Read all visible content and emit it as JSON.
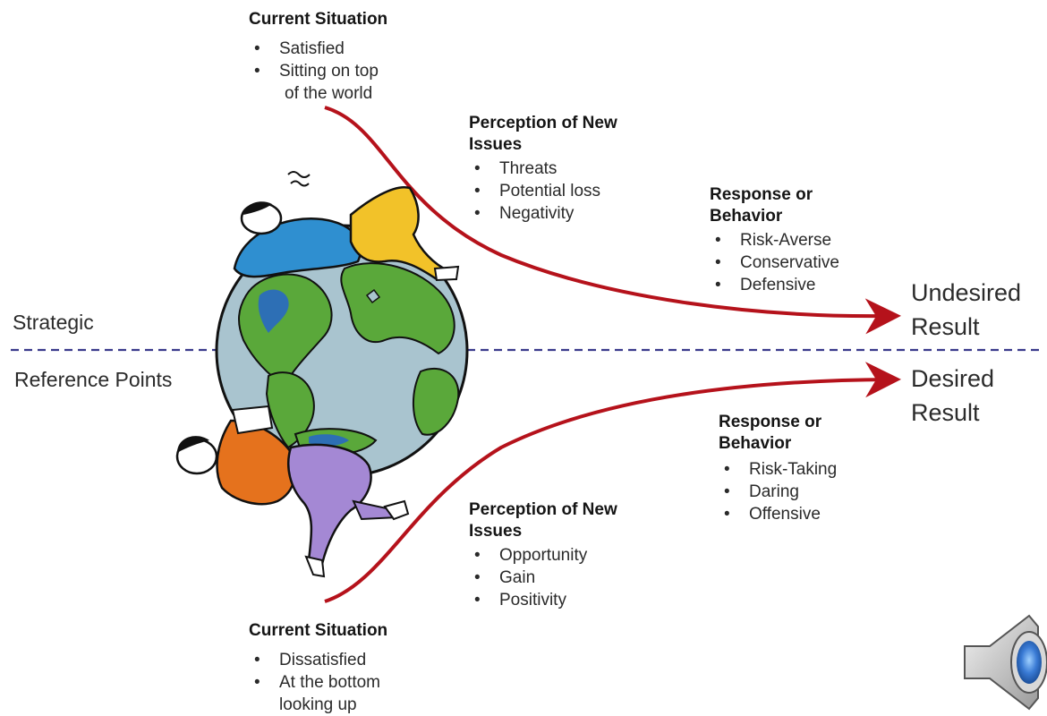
{
  "diagram": {
    "top_current": {
      "heading": "Current Situation",
      "items": [
        "Satisfied",
        "Sitting on top",
        "of the world"
      ]
    },
    "top_perception": {
      "heading_line1": "Perception of New",
      "heading_line2": "Issues",
      "items": [
        "Threats",
        "Potential loss",
        "Negativity"
      ]
    },
    "top_response": {
      "heading_line1": "Response or",
      "heading_line2": "Behavior",
      "items": [
        "Risk-Averse",
        "Conservative",
        "Defensive"
      ]
    },
    "bottom_current": {
      "heading": "Current Situation",
      "items": [
        "Dissatisfied",
        "At the bottom",
        "looking up"
      ]
    },
    "bottom_perception": {
      "heading_line1": "Perception of New",
      "heading_line2": "Issues",
      "items": [
        "Opportunity",
        "Gain",
        "Positivity"
      ]
    },
    "bottom_response": {
      "heading_line1": "Response or",
      "heading_line2": "Behavior",
      "items": [
        "Risk-Taking",
        "Daring",
        "Offensive"
      ]
    },
    "strategic_label": "Strategic",
    "reference_label": "Reference Points",
    "undesired_line1": "Undesired",
    "undesired_line2": "Result",
    "desired_line1": "Desired",
    "desired_line2": "Result",
    "icons": [
      "globe-icon",
      "person-on-top-icon",
      "person-at-bottom-icon",
      "speaker-icon"
    ],
    "colors": {
      "arrow": "#b5121b",
      "divider": "#3a3a8c",
      "ocean": "#a9c4cf",
      "land": "#5aa83a",
      "lake": "#2d6fb5",
      "speaker": "#3a7bd5"
    }
  }
}
